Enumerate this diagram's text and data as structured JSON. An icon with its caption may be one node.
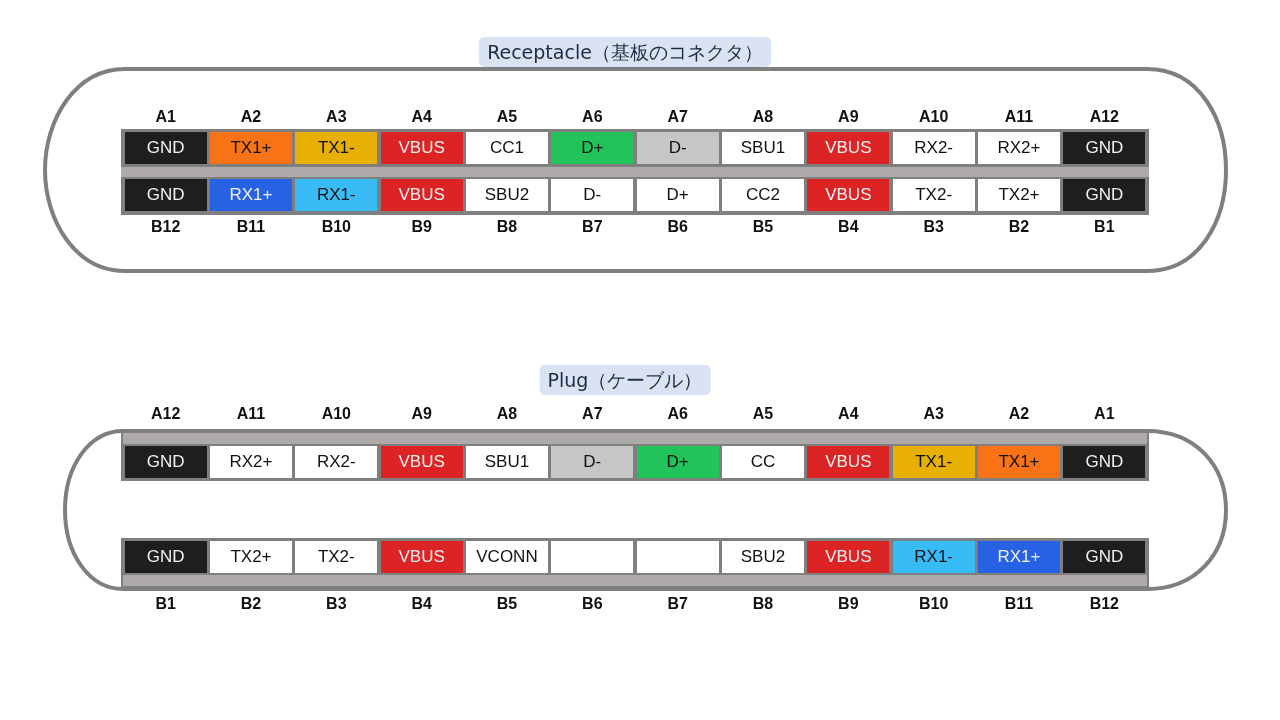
{
  "diagram": {
    "nodes": [
      {
        "text": [
          "Receptacle（基板のコネクタ）"
        ]
      },
      {
        "text": [
          "GND"
        ],
        "beside": [
          "A1"
        ],
        "in": 0
      },
      {
        "text": [
          "TX1+"
        ],
        "beside": [
          "A2"
        ],
        "in": 0
      },
      {
        "text": [
          "TX1-"
        ],
        "beside": [
          "A3"
        ],
        "in": 0
      },
      {
        "text": [
          "VBUS"
        ],
        "beside": [
          "A4"
        ],
        "in": 0
      },
      {
        "text": [
          "CC1"
        ],
        "beside": [
          "A5"
        ],
        "in": 0
      },
      {
        "text": [
          "D+"
        ],
        "beside": [
          "A6"
        ],
        "in": 0
      },
      {
        "text": [
          "D-"
        ],
        "beside": [
          "A7"
        ],
        "in": 0
      },
      {
        "text": [
          "SBU1"
        ],
        "beside": [
          "A8"
        ],
        "in": 0
      },
      {
        "text": [
          "VBUS"
        ],
        "beside": [
          "A9"
        ],
        "in": 0
      },
      {
        "text": [
          "RX2-"
        ],
        "beside": [
          "A10"
        ],
        "in": 0
      },
      {
        "text": [
          "RX2+"
        ],
        "beside": [
          "A11"
        ],
        "in": 0
      },
      {
        "text": [
          "GND"
        ],
        "beside": [
          "A12"
        ],
        "in": 0
      },
      {
        "text": [
          "GND"
        ],
        "beside": [
          "B12"
        ],
        "in": 0
      },
      {
        "text": [
          "RX1+"
        ],
        "beside": [
          "B11"
        ],
        "in": 0
      },
      {
        "text": [
          "RX1-"
        ],
        "beside": [
          "B10"
        ],
        "in": 0
      },
      {
        "text": [
          "VBUS"
        ],
        "beside": [
          "B9"
        ],
        "in": 0
      },
      {
        "text": [
          "SBU2"
        ],
        "beside": [
          "B8"
        ],
        "in": 0
      },
      {
        "text": [
          "D-"
        ],
        "beside": [
          "B7"
        ],
        "in": 0
      },
      {
        "text": [
          "D+"
        ],
        "beside": [
          "B6"
        ],
        "in": 0
      },
      {
        "text": [
          "CC2"
        ],
        "beside": [
          "B5"
        ],
        "in": 0
      },
      {
        "text": [
          "VBUS"
        ],
        "beside": [
          "B4"
        ],
        "in": 0
      },
      {
        "text": [
          "TX2-"
        ],
        "beside": [
          "B3"
        ],
        "in": 0
      },
      {
        "text": [
          "TX2+"
        ],
        "beside": [
          "B2"
        ],
        "in": 0
      },
      {
        "text": [
          "GND"
        ],
        "beside": [
          "B1"
        ],
        "in": 0
      },
      {
        "text": [
          "Plug（ケーブル）"
        ]
      },
      {
        "text": [
          "GND"
        ],
        "beside": [
          "A12"
        ],
        "in": 25
      },
      {
        "text": [
          "RX2+"
        ],
        "beside": [
          "A11"
        ],
        "in": 25
      },
      {
        "text": [
          "RX2-"
        ],
        "beside": [
          "A10"
        ],
        "in": 25
      },
      {
        "text": [
          "VBUS"
        ],
        "beside": [
          "A9"
        ],
        "in": 25
      },
      {
        "text": [
          "SBU1"
        ],
        "beside": [
          "A8"
        ],
        "in": 25
      },
      {
        "text": [
          "D-"
        ],
        "beside": [
          "A7"
        ],
        "in": 25
      },
      {
        "text": [
          "D+"
        ],
        "beside": [
          "A6"
        ],
        "in": 25
      },
      {
        "text": [
          "CC"
        ],
        "beside": [
          "A5"
        ],
        "in": 25
      },
      {
        "text": [
          "VBUS"
        ],
        "beside": [
          "A4"
        ],
        "in": 25
      },
      {
        "text": [
          "TX1-"
        ],
        "beside": [
          "A3"
        ],
        "in": 25
      },
      {
        "text": [
          "TX1+"
        ],
        "beside": [
          "A2"
        ],
        "in": 25
      },
      {
        "text": [
          "GND"
        ],
        "beside": [
          "A1"
        ],
        "in": 25
      },
      {
        "text": [
          "GND"
        ],
        "beside": [
          "B1"
        ],
        "in": 25
      },
      {
        "text": [
          "TX2+"
        ],
        "beside": [
          "B2"
        ],
        "in": 25
      },
      {
        "text": [
          "TX2-"
        ],
        "beside": [
          "B3"
        ],
        "in": 25
      },
      {
        "text": [
          "VBUS"
        ],
        "beside": [
          "B4"
        ],
        "in": 25
      },
      {
        "text": [
          "VCONN"
        ],
        "beside": [
          "B5"
        ],
        "in": 25
      },
      {
        "text": [],
        "shape": "box",
        "beside": [
          "B6"
        ],
        "in": 25
      },
      {
        "text": [],
        "shape": "box",
        "beside": [
          "B7"
        ],
        "in": 25
      },
      {
        "text": [
          "SBU2"
        ],
        "beside": [
          "B8"
        ],
        "in": 25
      },
      {
        "text": [
          "VBUS"
        ],
        "beside": [
          "B9"
        ],
        "in": 25
      },
      {
        "text": [
          "RX1-"
        ],
        "beside": [
          "B10"
        ],
        "in": 25
      },
      {
        "text": [
          "RX1+"
        ],
        "beside": [
          "B11"
        ],
        "in": 25
      },
      {
        "text": [
          "GND"
        ],
        "beside": [
          "B12"
        ],
        "in": 25
      }
    ],
    "edges": []
  }
}
